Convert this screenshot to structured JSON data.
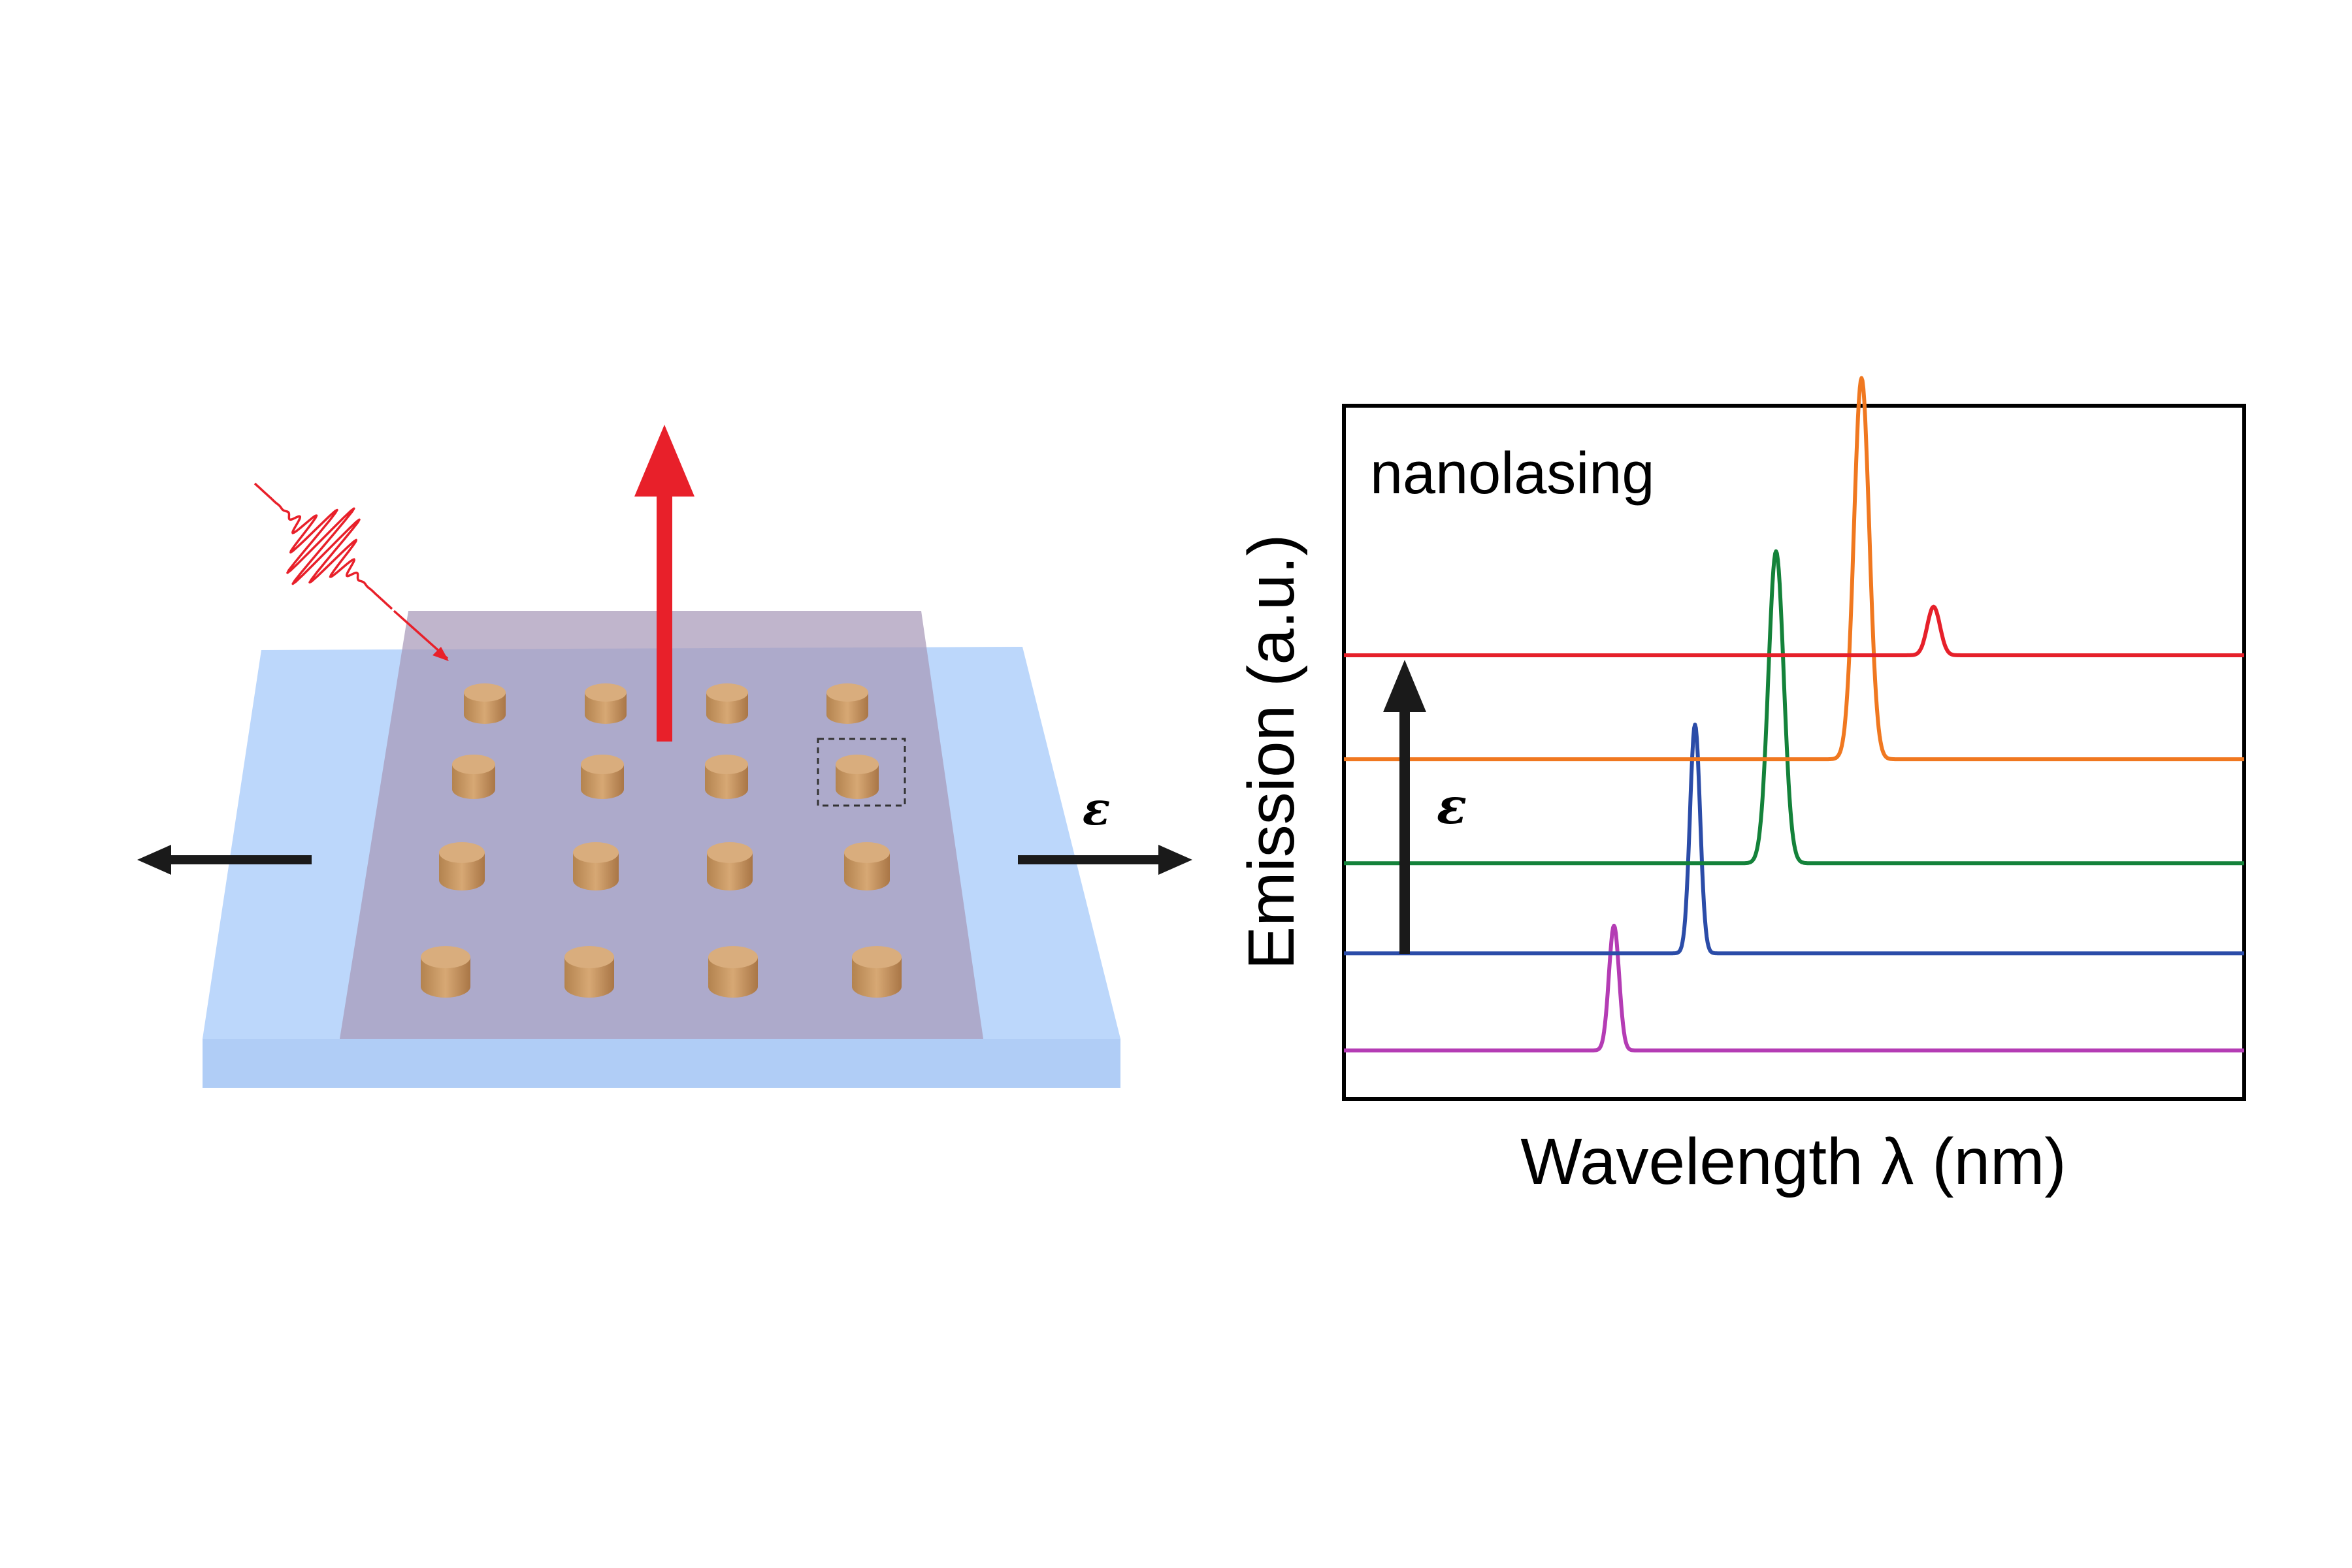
{
  "strain_label": "ε",
  "chart": {
    "annotation": "nanolasing",
    "xlabel": "Wavelength λ (nm)",
    "ylabel": "Emission (a.u.)",
    "arrow_label": "ε"
  },
  "colors": {
    "substrate": "#bcd7fb",
    "film": "#a898b9",
    "pillar": "#c99a6a",
    "pump": "#e8202a",
    "strain_arrow": "#1a1a1a"
  },
  "chart_data": {
    "type": "line",
    "title": "",
    "annotation": "nanolasing",
    "xlabel": "Wavelength λ (nm)",
    "ylabel": "Emission (a.u.)",
    "ticks_shown": false,
    "xlim": [
      0,
      100
    ],
    "ylim": [
      0,
      100
    ],
    "series": [
      {
        "color": "#b43cb4",
        "baseline": 7,
        "peaks": [
          {
            "x": 30,
            "height": 18,
            "width": 0.8
          }
        ]
      },
      {
        "color": "#2b4ca8",
        "baseline": 21,
        "peaks": [
          {
            "x": 39,
            "height": 33,
            "width": 0.8
          }
        ]
      },
      {
        "color": "#14823a",
        "baseline": 34,
        "peaks": [
          {
            "x": 48,
            "height": 45,
            "width": 1.2
          }
        ]
      },
      {
        "color": "#f07820",
        "baseline": 49,
        "peaks": [
          {
            "x": 57.5,
            "height": 55,
            "width": 1.2
          }
        ]
      },
      {
        "color": "#e6202a",
        "baseline": 64,
        "peaks": [
          {
            "x": 65.5,
            "height": 7,
            "width": 1.0
          }
        ]
      }
    ]
  }
}
